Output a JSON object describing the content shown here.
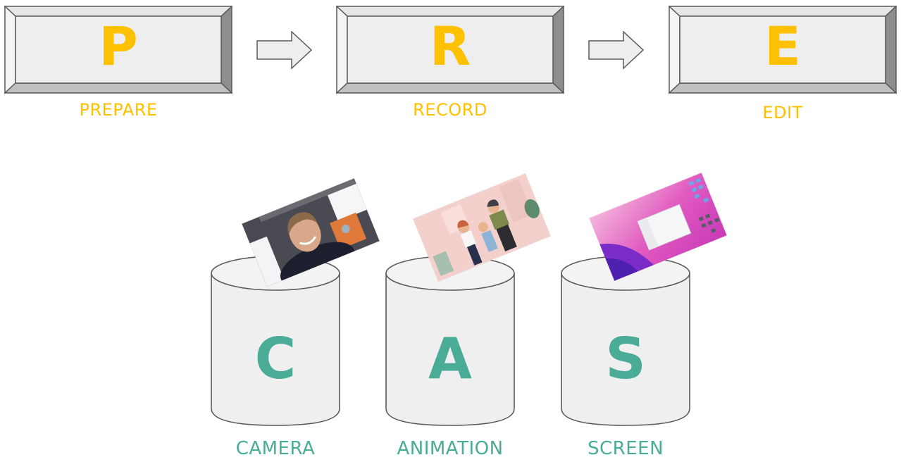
{
  "colors": {
    "step_accent": "#ffc000",
    "source_accent": "#4aab96",
    "key_face": "#eeeeee",
    "key_outline": "#5a5a5a",
    "can_fill": "#efefef"
  },
  "steps": [
    {
      "letter": "P",
      "label": "PREPARE"
    },
    {
      "letter": "R",
      "label": "RECORD"
    },
    {
      "letter": "E",
      "label": "EDIT"
    }
  ],
  "arrows": [
    {
      "icon": "right-arrow-icon"
    },
    {
      "icon": "right-arrow-icon"
    }
  ],
  "sources": [
    {
      "letter": "C",
      "label": "CAMERA",
      "thumbnail": "camera-webcam-photo"
    },
    {
      "letter": "A",
      "label": "ANIMATION",
      "thumbnail": "animated-family-illustration"
    },
    {
      "letter": "S",
      "label": "SCREEN",
      "thumbnail": "desktop-screen-capture"
    }
  ]
}
